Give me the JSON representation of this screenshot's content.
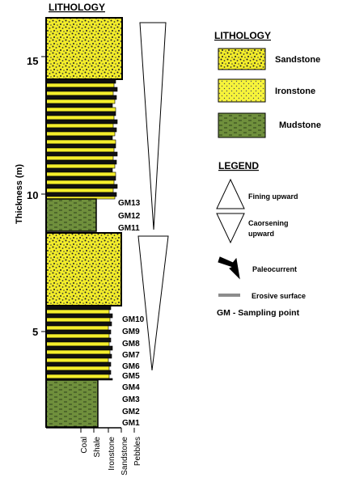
{
  "figure": {
    "column_title": "LITHOLOGY",
    "axis_label": "Thickness (m)",
    "axis_ticks": [
      "15",
      "10",
      "5"
    ],
    "sample_labels_upper": [
      "GM13",
      "GM12",
      "GM11"
    ],
    "sample_labels_lower": [
      "GM10",
      "GM9",
      "GM8",
      "GM7",
      "GM6",
      "GM5",
      "GM4",
      "GM3",
      "GM2",
      "GM1"
    ],
    "grain_size_labels": [
      "Coal",
      "Shale",
      "Ironstone",
      "Sandstone",
      "Pebbles"
    ]
  },
  "legend": {
    "lithology_title": "LITHOLOGY",
    "sandstone_label": "Sandstone",
    "ironstone_label": "Ironstone",
    "mudstone_label": "Mudstone",
    "legend_title": "LEGEND",
    "fining_upward_label": "Fining upward",
    "coarsening_line1": "Caorsening",
    "coarsening_line2": "upward",
    "paleocurrent_label": "Paleocurrent",
    "erosive_surface_label": "Erosive surface",
    "sampling_point_label": "GM - Sampling point"
  },
  "colors": {
    "sandstone_fill": "#f2ec2a",
    "ironstone_fill": "#f7f43a",
    "mudstone_fill": "#6f8f3c",
    "erosive_surface": "#8c8c8c",
    "outline": "#000000"
  }
}
